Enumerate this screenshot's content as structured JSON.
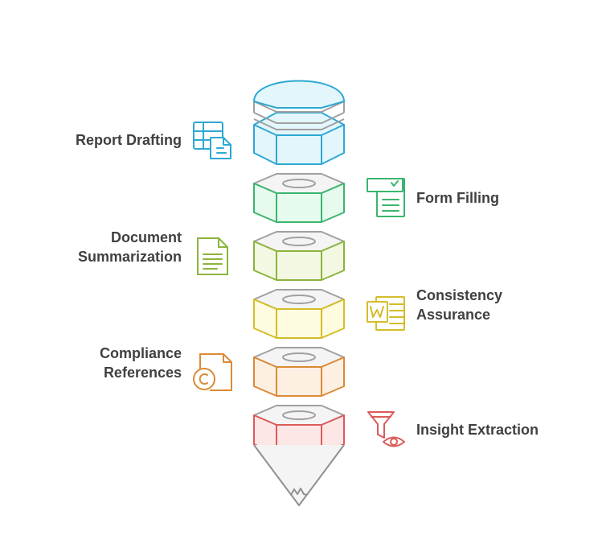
{
  "stages": [
    {
      "id": "report-drafting",
      "lines": [
        "Report Drafting"
      ],
      "side": "left",
      "icon": "spreadsheet-document-icon",
      "color": "#2ea8d3"
    },
    {
      "id": "form-filling",
      "lines": [
        "Form Filling"
      ],
      "side": "right",
      "icon": "form-checklist-icon",
      "color": "#3ab56e"
    },
    {
      "id": "document-summarization",
      "lines": [
        "Document",
        "Summarization"
      ],
      "side": "left",
      "icon": "document-lines-icon",
      "color": "#8cb43c"
    },
    {
      "id": "consistency-assurance",
      "lines": [
        "Consistency",
        "Assurance"
      ],
      "side": "right",
      "icon": "word-document-icon",
      "color": "#d4bd2a"
    },
    {
      "id": "compliance-references",
      "lines": [
        "Compliance",
        "References"
      ],
      "side": "left",
      "icon": "copyright-document-icon",
      "color": "#db8a37"
    },
    {
      "id": "insight-extraction",
      "lines": [
        "Insight Extraction"
      ],
      "side": "right",
      "icon": "filter-eye-icon",
      "color": "#dc5a5a"
    }
  ]
}
